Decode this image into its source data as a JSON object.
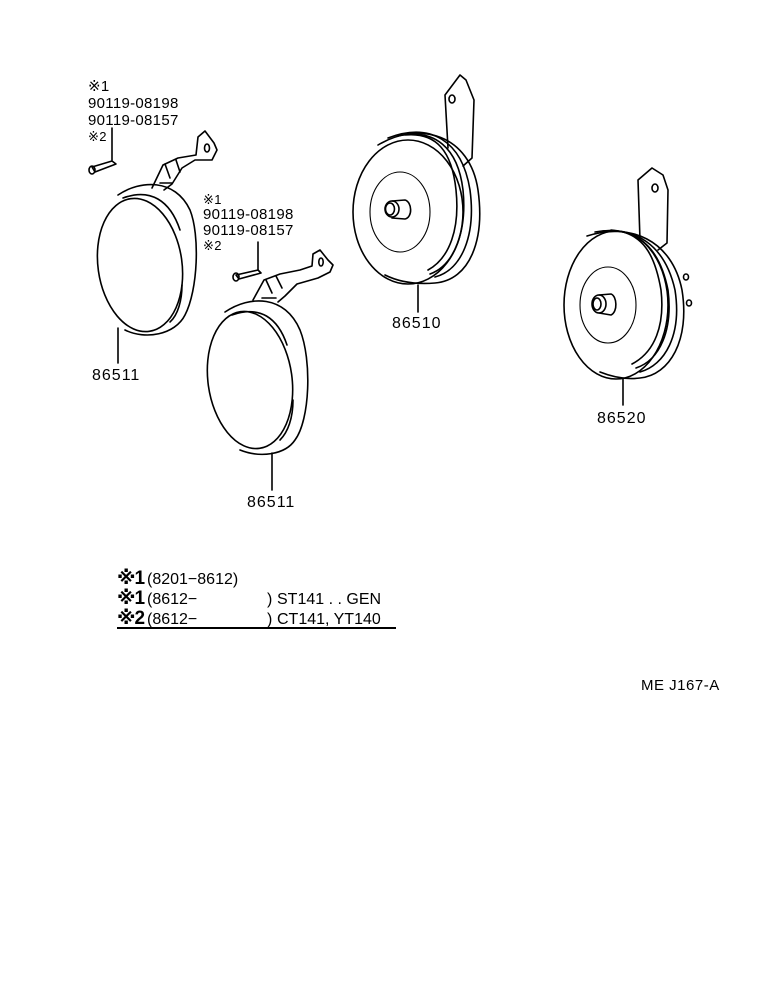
{
  "diagram": {
    "type": "parts-exploded-view",
    "subject": "horn assemblies",
    "stroke_color": "#000000",
    "background": "#ffffff"
  },
  "callouts": {
    "screw_left": {
      "note1": "※1",
      "part_a": "90119-08198",
      "part_b": "90119-08157",
      "note2": "※2"
    },
    "screw_middle": {
      "note1": "※1",
      "part_a": "90119-08198",
      "part_b": "90119-08157",
      "note2": "※2"
    }
  },
  "parts": {
    "cover_left": "86511",
    "cover_middle": "86511",
    "horn_center": "86510",
    "horn_right": "86520"
  },
  "legend": {
    "rows": [
      {
        "mark": "※1",
        "range": "(8201−8612)",
        "models": ""
      },
      {
        "mark": "※1",
        "range": "(8612−",
        "close": ")",
        "models": "ST141 . . GEN"
      },
      {
        "mark": "※2",
        "range": "(8612−",
        "close": ")",
        "models": "CT141, YT140"
      }
    ]
  },
  "illustration_code": "ME J167-A"
}
